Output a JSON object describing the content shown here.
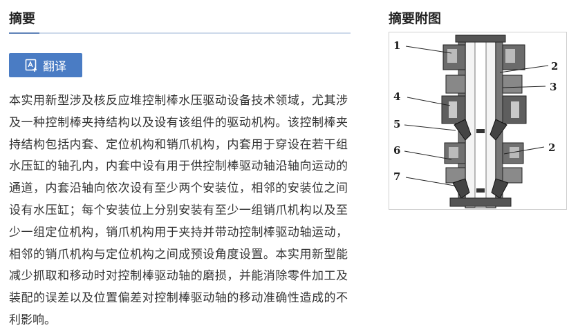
{
  "abstract": {
    "title": "摘要",
    "translate_label": "翻译",
    "text": "本实用新型涉及核反应堆控制棒水压驱动设备技术领域，尤其涉及一种控制棒夹持结构以及设有该组件的驱动机构。该控制棒夹持结构包括内套、定位机构和销爪机构，内套用于穿设在若干组水压缸的轴孔内，内套中设有用于供控制棒驱动轴沿轴向运动的通道，内套沿轴向依次设有至少两个安装位，相邻的安装位之间设有水压缸；每个安装位上分别安装有至少一组销爪机构以及至少一组定位机构，销爪机构用于夹持并带动控制棒驱动轴运动，相邻的销爪机构与定位机构之间成预设角度设置。本实用新型能减少抓取和移动时对控制棒驱动轴的磨损，并能消除零件加工及装配的误差以及位置偏差对控制棒驱动轴的移动准确性造成的不利影响。"
  },
  "figure": {
    "title": "摘要附图",
    "labels": [
      "1",
      "2",
      "3",
      "4",
      "5",
      "6",
      "2",
      "7"
    ]
  },
  "colors": {
    "accent": "#4a7cc4",
    "rule": "#cdd9ea",
    "text": "#333333"
  },
  "icons": {
    "translate": "translate-icon"
  }
}
